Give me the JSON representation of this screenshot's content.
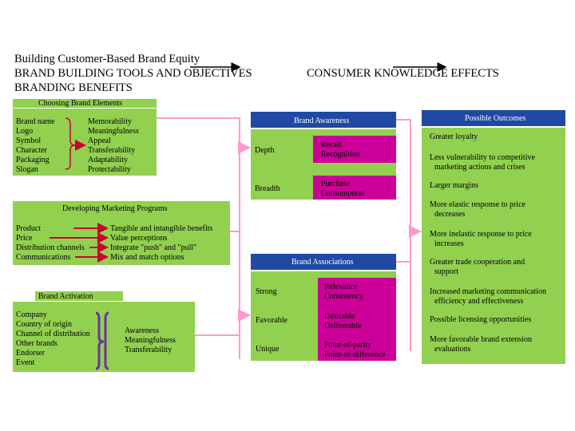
{
  "header": {
    "line1": "Building Customer-Based Brand Equity",
    "line2_left": "BRAND BUILDING TOOLS AND OBJECTIVES",
    "line2_right": "CONSUMER KNOWLEDGE EFFECTS",
    "line3": "BRANDING BENEFITS"
  },
  "brand_elements": {
    "title": "Choosing Brand Elements",
    "left": [
      "Brand name",
      "Logo",
      "Symbol",
      "Character",
      "Packaging",
      "Slogan"
    ],
    "right": [
      "Memorability",
      "Meaningfulness",
      "Appeal",
      "Transferability",
      "Adaptability",
      "Protectability"
    ]
  },
  "marketing_programs": {
    "title": "Developing Marketing Programs",
    "left": [
      "Product",
      "Price",
      "Distribution channels",
      "Communications"
    ],
    "right": [
      "Tangible and intangible benefits",
      "Value perceptions",
      "Integrate \"push\" and \"pull\"",
      "Mix and match options"
    ]
  },
  "brand_activation": {
    "title": "Brand Activation",
    "left": [
      "Company",
      "Country of origin",
      "Channel of distribution",
      "Other brands",
      "Endorser",
      "Event"
    ],
    "right": [
      "Awareness",
      "Meaningfulness",
      "Transferability"
    ]
  },
  "brand_awareness": {
    "title": "Brand Awareness",
    "depth_label": "Depth",
    "depth_items": [
      "Recall",
      "Recognition"
    ],
    "breadth_label": "Breadth",
    "breadth_items": [
      "Purchase",
      "Consumption"
    ]
  },
  "brand_associations": {
    "title": "Brand Associations",
    "rows": [
      {
        "label": "Strong",
        "items": [
          "Relevance",
          "Consistency"
        ]
      },
      {
        "label": "Favorable",
        "items": [
          "Desirable",
          "Deliverable"
        ]
      },
      {
        "label": "Unique",
        "items": [
          "Point-of-parity",
          "Point-of-difference"
        ]
      }
    ]
  },
  "outcomes": {
    "title": "Possible Outcomes",
    "items": [
      [
        "Greater loyalty"
      ],
      [
        "Less vulnerability to competitive",
        "marketing actions and crises"
      ],
      [
        "Larger margins"
      ],
      [
        "More elastic response to price",
        "decreases"
      ],
      [
        "More inelastic response to price",
        "increases"
      ],
      [
        "Greater trade cooperation and",
        "support"
      ],
      [
        "Increased marketing communication",
        "efficiency and effectiveness"
      ],
      [
        "Possible licensing opportunities"
      ],
      [
        "More favorable brand extension",
        "evaluations"
      ]
    ]
  },
  "colors": {
    "green": "#92d050",
    "blue": "#1f49a3",
    "magenta": "#cc0099",
    "pink_line": "#ff99cc",
    "red_arrow": "#cc0033"
  }
}
